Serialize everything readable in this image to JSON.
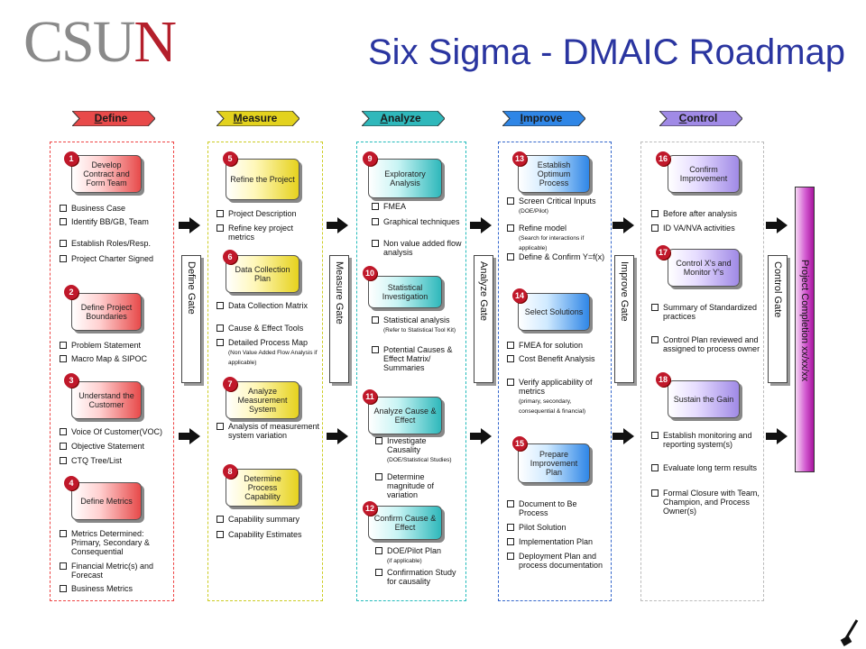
{
  "header": {
    "logo": "CSU",
    "logo_accent": "N",
    "title": "Six Sigma - DMAIC Roadmap"
  },
  "phases": [
    {
      "name": "Define",
      "key": "D",
      "rest": "efine",
      "color": "#e84a4a"
    },
    {
      "name": "Measure",
      "key": "M",
      "rest": "easure",
      "color": "#e3d21e"
    },
    {
      "name": "Analyze",
      "key": "A",
      "rest": "nalyze",
      "color": "#2fb8bb"
    },
    {
      "name": "Improve",
      "key": "I",
      "rest": "mprove",
      "color": "#2f86e6"
    },
    {
      "name": "Control",
      "key": "C",
      "rest": "ontrol",
      "color": "#a08ae6"
    }
  ],
  "steps": [
    {
      "num": "1",
      "label": "Develop Contract and Form Team"
    },
    {
      "num": "2",
      "label": "Define Project Boundaries"
    },
    {
      "num": "3",
      "label": "Understand the Customer"
    },
    {
      "num": "4",
      "label": "Define Metrics"
    },
    {
      "num": "5",
      "label": "Refine the Project"
    },
    {
      "num": "6",
      "label": "Data Collection Plan"
    },
    {
      "num": "7",
      "label": "Analyze Measurement System"
    },
    {
      "num": "8",
      "label": "Determine Process Capability"
    },
    {
      "num": "9",
      "label": "Exploratory Analysis"
    },
    {
      "num": "10",
      "label": "Statistical Investigation"
    },
    {
      "num": "11",
      "label": "Analyze Cause & Effect"
    },
    {
      "num": "12",
      "label": "Confirm Cause & Effect"
    },
    {
      "num": "13",
      "label": "Establish Optimum Process"
    },
    {
      "num": "14",
      "label": "Select Solutions"
    },
    {
      "num": "15",
      "label": "Prepare Improvement Plan"
    },
    {
      "num": "16",
      "label": "Confirm Improvement"
    },
    {
      "num": "17",
      "label": "Control X's and Monitor Y's"
    },
    {
      "num": "18",
      "label": "Sustain the Gain"
    }
  ],
  "bullets": {
    "b1": [
      "Business Case",
      "Identify BB/GB, Team",
      "Establish Roles/Resp.",
      "Project Charter Signed"
    ],
    "b2": [
      "Problem Statement",
      "Macro Map & SIPOC"
    ],
    "b3": [
      "Voice Of Customer(VOC)",
      "Objective Statement",
      "CTQ Tree/List"
    ],
    "b4": [
      "Metrics Determined: Primary, Secondary & Consequential",
      "Financial Metric(s) and Forecast",
      "Business Metrics"
    ],
    "b5": [
      "Project Description",
      "Refine key project metrics"
    ],
    "b6": [
      "Data Collection Matrix",
      "Cause & Effect Tools",
      "Detailed Process Map"
    ],
    "b6_note": "(Non Value Added Flow Analysis if applicable)",
    "b7": [
      "Analysis of measurement system variation"
    ],
    "b8": [
      "Capability summary",
      "Capability Estimates"
    ],
    "b9": [
      "FMEA",
      "Graphical techniques",
      "Non value added flow analysis"
    ],
    "b10": [
      "Statistical analysis",
      "Potential Causes & Effect Matrix/ Summaries"
    ],
    "b10_note": "(Refer to Statistical Tool Kit)",
    "b11": [
      "Investigate Causality",
      "Determine magnitude of variation"
    ],
    "b11_note": "(DOE/Statistical Studies)",
    "b12": [
      "DOE/Pilot Plan",
      "Confirmation Study for causality"
    ],
    "b12_note": "(if applicable)",
    "b13": [
      "Screen Critical Inputs",
      "Refine model",
      "Define & Confirm Y=f(x)"
    ],
    "b13_note1": "(DOE/Pilot)",
    "b13_note2": "(Search for interactions if applicable)",
    "b14": [
      "FMEA for solution",
      "Cost Benefit Analysis",
      "Verify applicability of metrics"
    ],
    "b14_note": "(primary, secondary, consequential & financial)",
    "b15": [
      "Document to Be Process",
      "Pilot Solution",
      "Implementation Plan",
      "Deployment Plan and process documentation"
    ],
    "b16": [
      "Before after analysis",
      "ID VA/NVA activities"
    ],
    "b17": [
      "Summary of Standardized practices",
      "Control Plan reviewed and assigned to process owner"
    ],
    "b18": [
      "Establish monitoring and reporting system(s)",
      "Evaluate long term results",
      "Formal Closure with Team, Champion, and Process Owner(s)"
    ]
  },
  "gates": [
    "Define Gate",
    "Measure Gate",
    "Analyze Gate",
    "Improve Gate",
    "Control Gate"
  ],
  "completion": "Project Completion xx/xx/xx",
  "icons": {
    "arrow": "right-arrow-icon",
    "corner": "pencil-icon"
  }
}
